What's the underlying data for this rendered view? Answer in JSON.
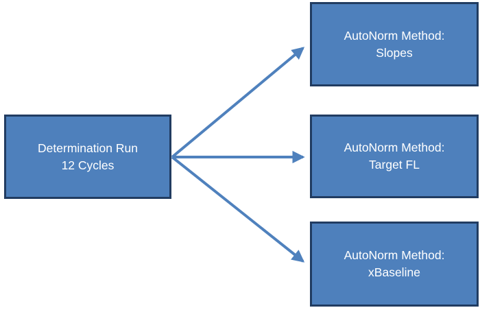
{
  "diagram": {
    "type": "flowchart",
    "colors": {
      "box_fill": "#4e80bc",
      "box_border": "#213c61",
      "arrow": "#4f81bd",
      "text": "#ffffff",
      "background": "#ffffff"
    },
    "nodes": {
      "source": {
        "line1": "Determination Run",
        "line2": "12 Cycles"
      },
      "slopes": {
        "line1": "AutoNorm Method:",
        "line2": "Slopes"
      },
      "target_fl": {
        "line1": "AutoNorm Method:",
        "line2": "Target FL"
      },
      "xbaseline": {
        "line1": "AutoNorm Method:",
        "line2": "xBaseline"
      }
    },
    "edges": [
      {
        "from": "source",
        "to": "slopes"
      },
      {
        "from": "source",
        "to": "target_fl"
      },
      {
        "from": "source",
        "to": "xbaseline"
      }
    ]
  }
}
